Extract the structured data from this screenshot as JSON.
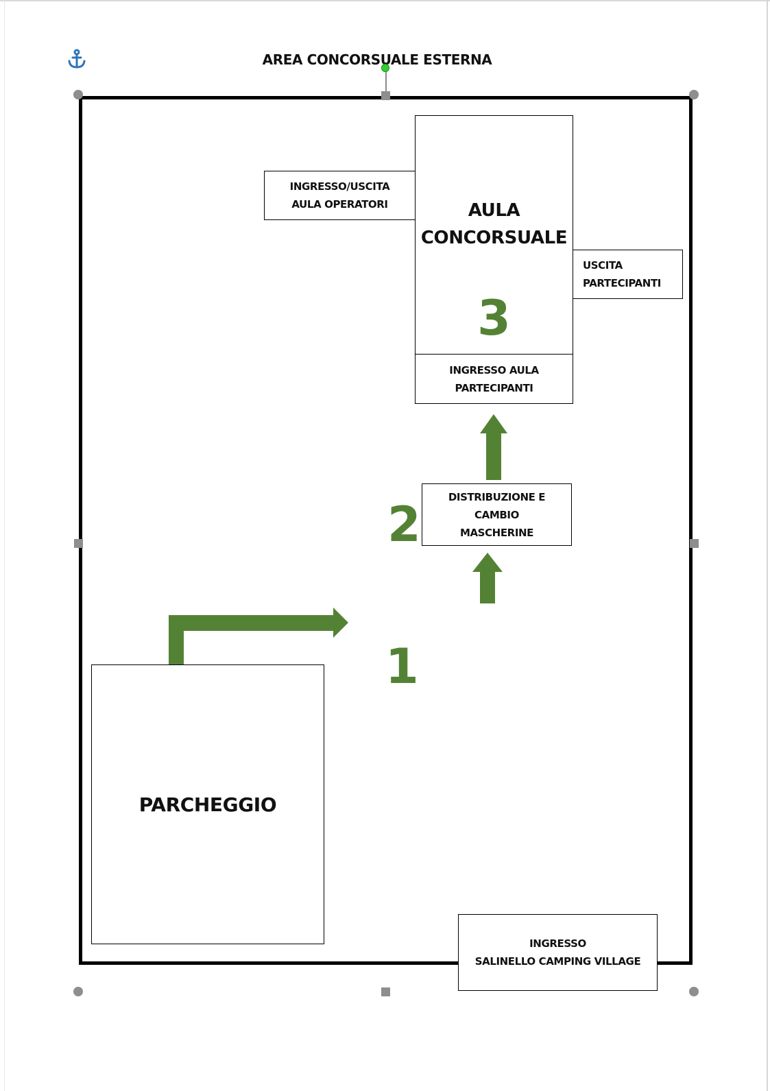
{
  "title": "AREA CONCORSUALE ESTERNA",
  "colors": {
    "accent": "#548235",
    "frame": "#000000",
    "handle": "#8e8e8e",
    "rotate_handle": "#2fd12f",
    "anchor": "#2e75b6"
  },
  "icons": {
    "anchor": "anchor-icon"
  },
  "aula": {
    "title": "AULA\nCONCORSUALE",
    "number": "3"
  },
  "labels": {
    "ingresso_aula": "INGRESSO AULA\nPARTECIPANTI",
    "ingresso_operatori": "INGRESSO/USCITA\nAULA OPERATORI",
    "uscita": "USCITA\nPARTECIPANTI",
    "distribuzione": "DISTRIBUZIONE E\nCAMBIO\nMASCHERINE",
    "parcheggio": "PARCHEGGIO",
    "ingresso_camping": "INGRESSO\nSALINELLO CAMPING VILLAGE"
  },
  "steps": {
    "one": "1",
    "two": "2"
  }
}
